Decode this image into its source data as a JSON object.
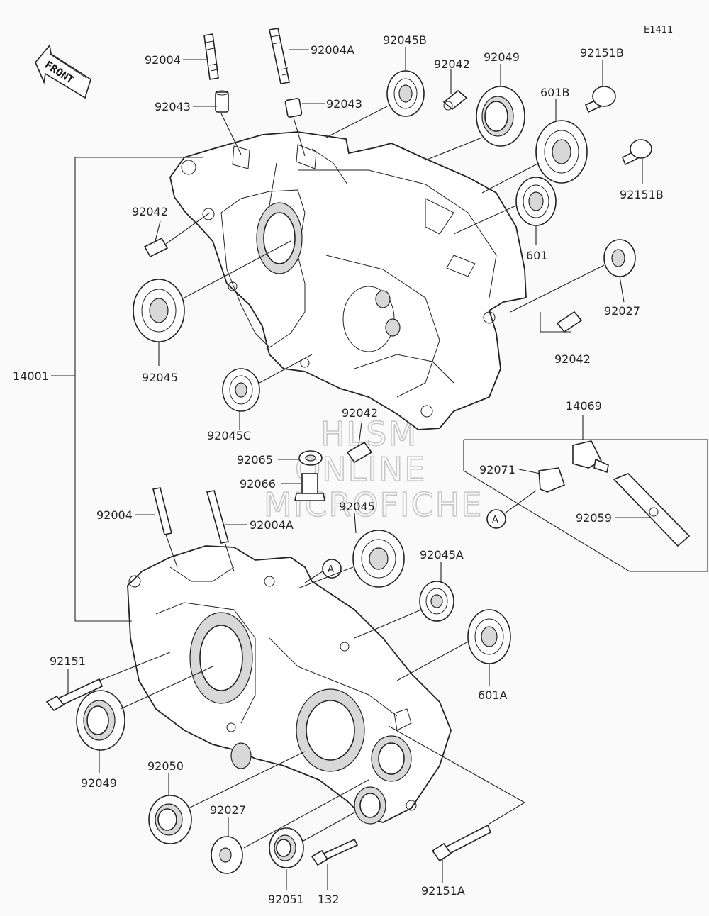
{
  "diagram": {
    "code": "E1411",
    "front_label": "FRONT",
    "callout_a": "A",
    "watermark": [
      "HLSM",
      "ONLINE",
      "MICROFICHE"
    ],
    "labels": {
      "p92004_top": "92004",
      "p92004A_top": "92004A",
      "p92045B": "92045B",
      "p92042_top": "92042",
      "p92049_top": "92049",
      "p92151B_top": "92151B",
      "p92043_left": "92043",
      "p92043_right": "92043",
      "p601B": "601B",
      "p92151B_mid": "92151B",
      "p92042_left": "92042",
      "p601": "601",
      "p92027_right": "92027",
      "p92045_left": "92045",
      "p92042_right": "92042",
      "p14001": "14001",
      "p92045C": "92045C",
      "p14069": "14069",
      "p92042_mid": "92042",
      "p92065": "92065",
      "p92071": "92071",
      "p92066": "92066",
      "p92059": "92059",
      "p92004_low": "92004",
      "p92045_low": "92045",
      "p92004A_low": "92004A",
      "p92045A": "92045A",
      "p92151": "92151",
      "p601A": "601A",
      "p92049_low": "92049",
      "p92050": "92050",
      "p92027_low": "92027",
      "p92051": "92051",
      "p132": "132",
      "p92151A": "92151A"
    }
  }
}
